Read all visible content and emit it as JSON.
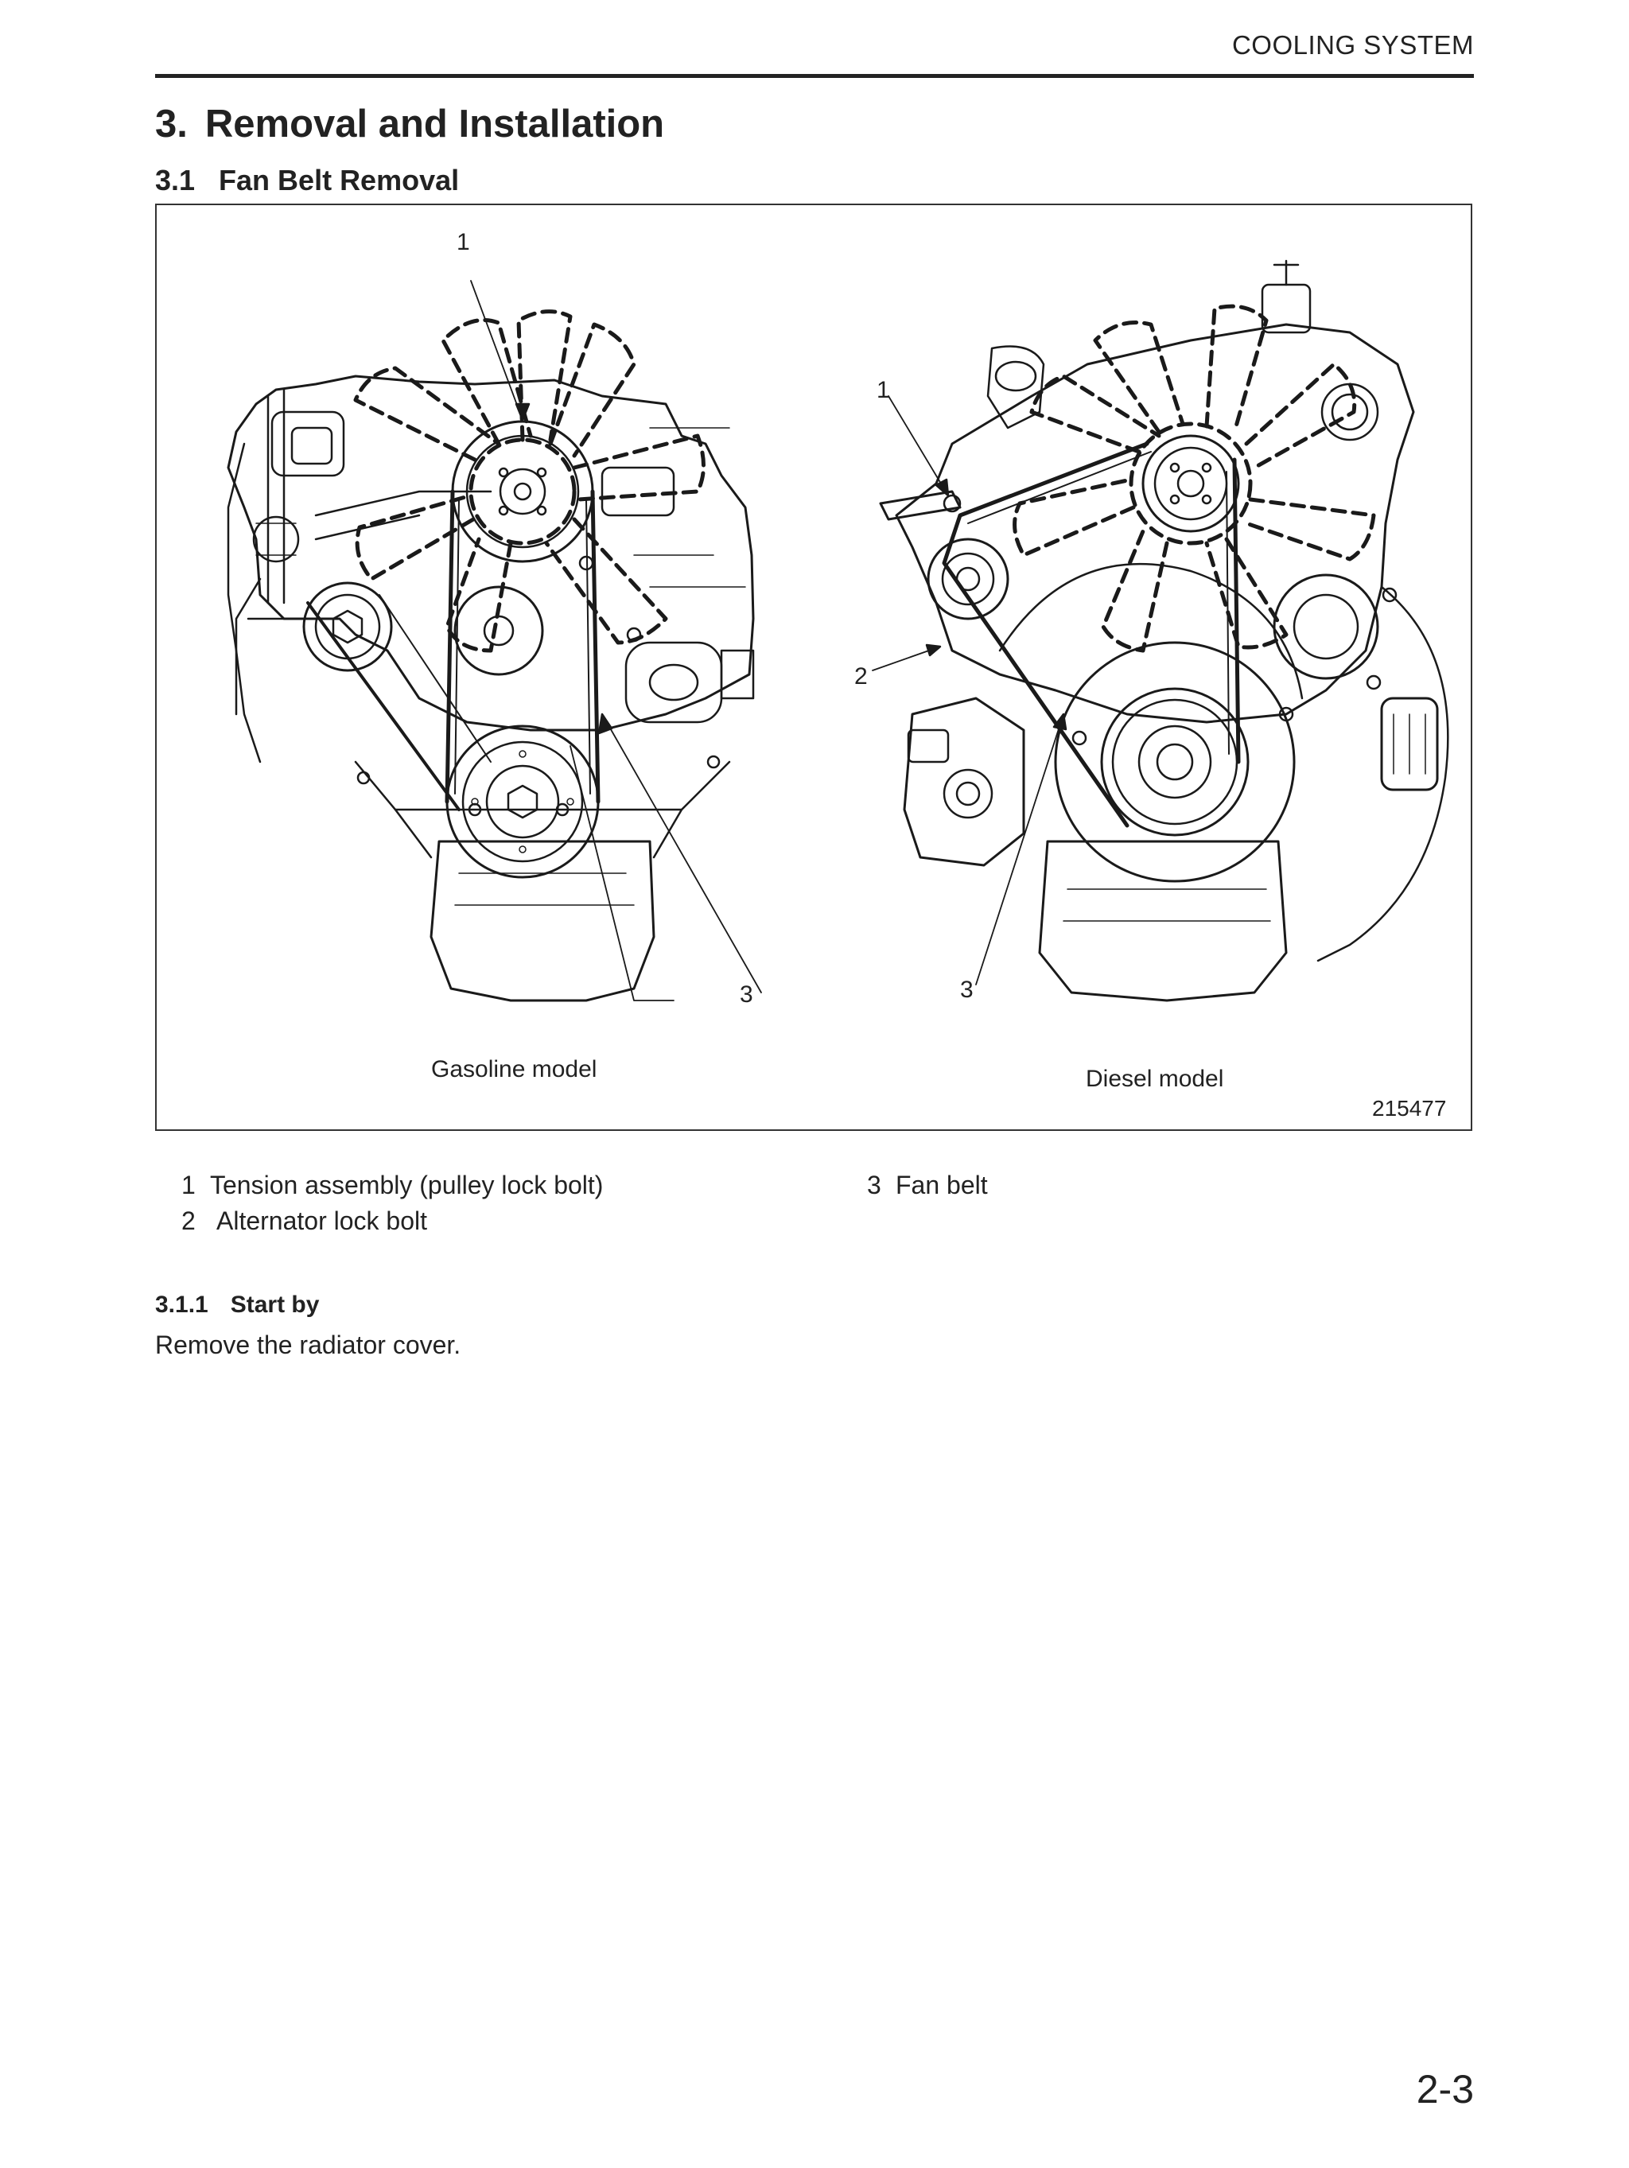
{
  "header": {
    "running_title": "COOLING SYSTEM"
  },
  "section": {
    "number": "3.",
    "title": "Removal and Installation"
  },
  "subsection": {
    "number": "3.1",
    "title": "Fan Belt Removal"
  },
  "figure": {
    "callouts": {
      "gas_1": "1",
      "gas_3": "3",
      "dsl_1": "1",
      "dsl_2": "2",
      "dsl_3": "3"
    },
    "captions": {
      "left": "Gasoline model",
      "right": "Diesel model"
    },
    "figure_id": "215477"
  },
  "legend": [
    {
      "num": "1",
      "text": "Tension assembly (pulley lock bolt)"
    },
    {
      "num": "2",
      "text": "Alternator lock bolt"
    },
    {
      "num": "3",
      "text": "Fan belt"
    }
  ],
  "subsubsection": {
    "number": "3.1.1",
    "title": "Start by"
  },
  "body": {
    "text": "Remove the radiator cover."
  },
  "footer": {
    "page_number": "2-3"
  }
}
